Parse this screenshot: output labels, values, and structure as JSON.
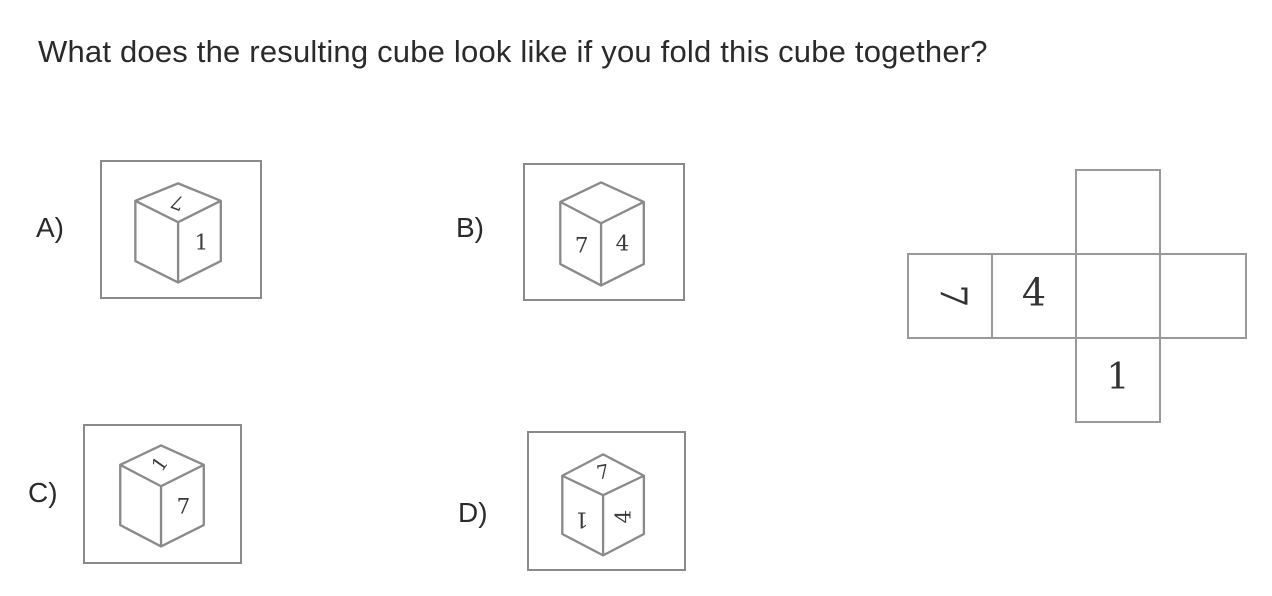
{
  "question": "What does the resulting cube look like if you fold this cube together?",
  "options": [
    {
      "label": "A)",
      "top_face": "7",
      "front_face": "",
      "right_face": "1"
    },
    {
      "label": "B)",
      "top_face": "",
      "front_face": "7",
      "right_face": "4"
    },
    {
      "label": "C)",
      "top_face": "1",
      "front_face": "",
      "right_face": "7"
    },
    {
      "label": "D)",
      "top_face": "7",
      "front_face": "1",
      "right_face": "4"
    }
  ],
  "net": {
    "cells": [
      {
        "label": ""
      },
      {
        "label": "7"
      },
      {
        "label": "4"
      },
      {
        "label": ""
      },
      {
        "label": ""
      },
      {
        "label": "1"
      }
    ]
  },
  "colors": {
    "border": "#8a8a8a",
    "text": "#2a2a2a"
  }
}
